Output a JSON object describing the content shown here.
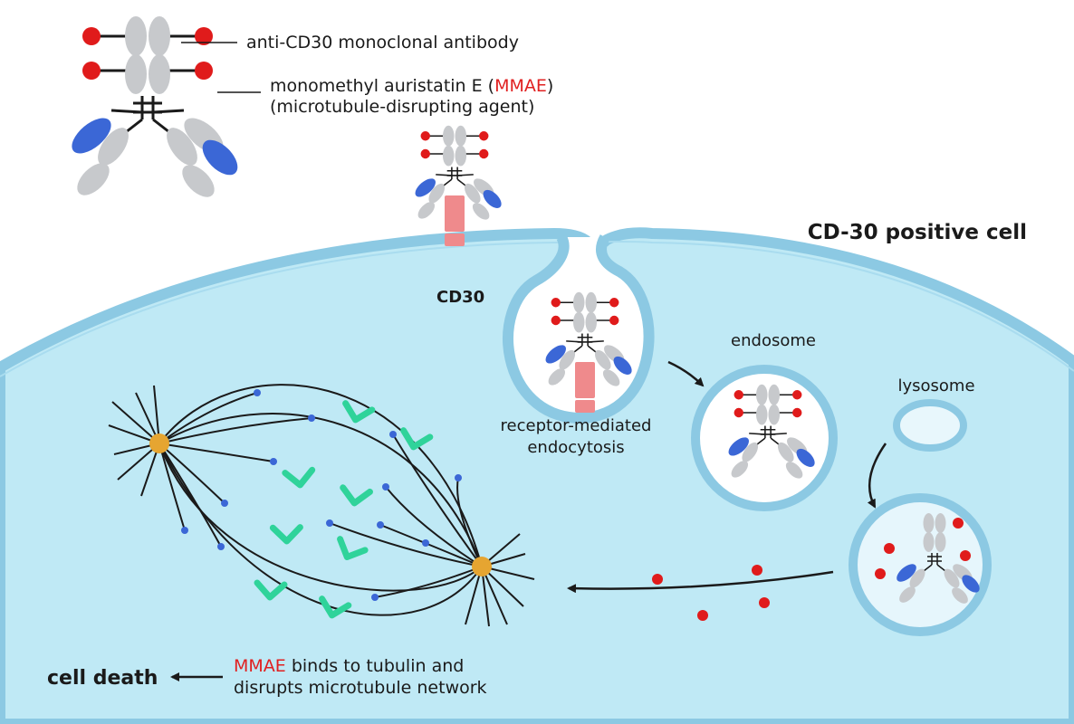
{
  "legend": {
    "antibody_label": "anti-CD30 monoclonal antibody",
    "drug_line1_pre": "monomethyl auristatin E (",
    "drug_line1_highlight": "MMAE",
    "drug_line1_post": ")",
    "drug_line2": "(microtubule-disrupting agent)"
  },
  "labels": {
    "cell_title": "CD-30 positive cell",
    "receptor": "CD30",
    "endocytosis_line1": "receptor-mediated",
    "endocytosis_line2": "endocytosis",
    "endosome": "endosome",
    "lysosome": "lysosome",
    "cell_death": "cell death",
    "mmae_line1_highlight": "MMAE",
    "mmae_line1_rest": " binds to tubulin and",
    "mmae_line2": "disrupts microtubule network"
  },
  "colors": {
    "cell_fill": "#bfe9f5",
    "membrane": "#8cc9e3",
    "antibody_gray": "#c7c9cc",
    "antibody_blue": "#3b67d6",
    "mmae_red": "#e01b1b",
    "receptor_pink": "#ef8a8c",
    "centrosome_gold": "#e6a531",
    "tubulin_green": "#2fd39a",
    "microtubule_tip": "#3b67d6",
    "highlight_text": "#e02020"
  },
  "icons": [
    "antibody-drug-conjugate-icon",
    "cd30-receptor-icon",
    "microtubule-spindle-icon"
  ]
}
